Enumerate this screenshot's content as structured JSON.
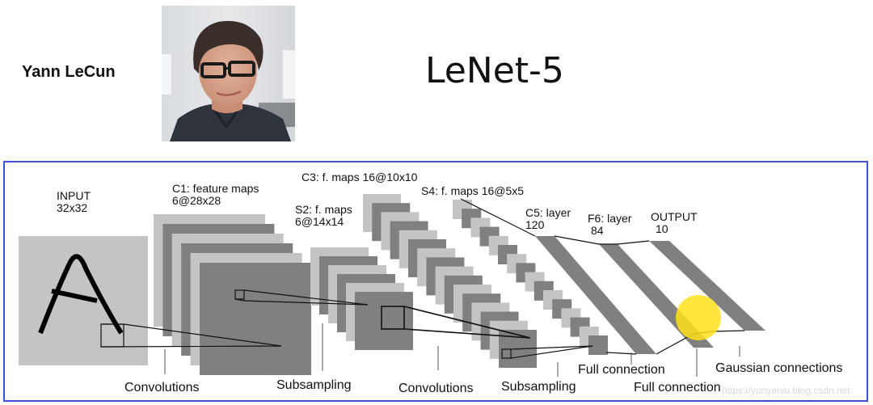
{
  "header": {
    "author_name": "Yann LeCun",
    "title": "LeNet-5"
  },
  "photo": {
    "subject": "portrait-photo"
  },
  "colors": {
    "light_gray": "#c4c4c4",
    "dark_gray": "#808080",
    "frame_blue": "#3b4fd8",
    "highlight_yellow": "#ffe01a"
  },
  "diagram": {
    "layers": [
      {
        "id": "input",
        "name": "INPUT",
        "size": "32x32"
      },
      {
        "id": "c1",
        "name": "C1: feature maps",
        "size": "6@28x28",
        "maps": 6
      },
      {
        "id": "s2",
        "name": "S2: f. maps",
        "size": "6@14x14",
        "maps": 6
      },
      {
        "id": "c3",
        "name": "C3: f. maps 16@10x10",
        "maps": 16
      },
      {
        "id": "s4",
        "name": "S4: f. maps 16@5x5",
        "maps": 16
      },
      {
        "id": "c5",
        "name": "C5: layer",
        "size": "120"
      },
      {
        "id": "f6",
        "name": "F6: layer",
        "size": "84"
      },
      {
        "id": "output",
        "name": "OUTPUT",
        "size": "10"
      }
    ],
    "operations": [
      "Convolutions",
      "Subsampling",
      "Convolutions",
      "Subsampling",
      "Full connection",
      "Full connection",
      "Gaussian connections"
    ],
    "watermark": "https://yunyaniu.blog.csdn.net"
  }
}
